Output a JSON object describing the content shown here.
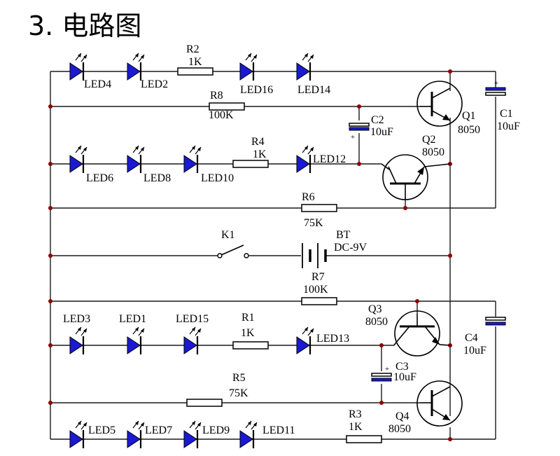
{
  "heading": "3. 电路图",
  "colors": {
    "wire": "#1a1a1a",
    "led_fill": "#1a1ad0",
    "junction": "#8b0000"
  },
  "leds": {
    "led4": "LED4",
    "led2": "LED2",
    "led16": "LED16",
    "led14": "LED14",
    "led6": "LED6",
    "led8": "LED8",
    "led10": "LED10",
    "led12": "LED12",
    "led3": "LED3",
    "led1": "LED1",
    "led15": "LED15",
    "led13": "LED13",
    "led5": "LED5",
    "led7": "LED7",
    "led9": "LED9",
    "led11": "LED11"
  },
  "resistors": {
    "r1": {
      "name": "R1",
      "value": "1K"
    },
    "r2": {
      "name": "R2",
      "value": "1K"
    },
    "r3": {
      "name": "R3",
      "value": "1K"
    },
    "r4": {
      "name": "R4",
      "value": "1K"
    },
    "r5": {
      "name": "R5",
      "value": "75K"
    },
    "r6": {
      "name": "R6",
      "value": "75K"
    },
    "r7": {
      "name": "R7",
      "value": "100K"
    },
    "r8": {
      "name": "R8",
      "value": "100K"
    }
  },
  "capacitors": {
    "c1": {
      "name": "C1",
      "value": "10uF"
    },
    "c2": {
      "name": "C2",
      "value": "10uF"
    },
    "c3": {
      "name": "C3",
      "value": "10uF"
    },
    "c4": {
      "name": "C4",
      "value": "10uF"
    }
  },
  "transistors": {
    "q1": {
      "name": "Q1",
      "model": "8050"
    },
    "q2": {
      "name": "Q2",
      "model": "8050"
    },
    "q3": {
      "name": "Q3",
      "model": "8050"
    },
    "q4": {
      "name": "Q4",
      "model": "8050"
    }
  },
  "switch": {
    "name": "K1"
  },
  "battery": {
    "name": "BT",
    "value": "DC-9V"
  }
}
